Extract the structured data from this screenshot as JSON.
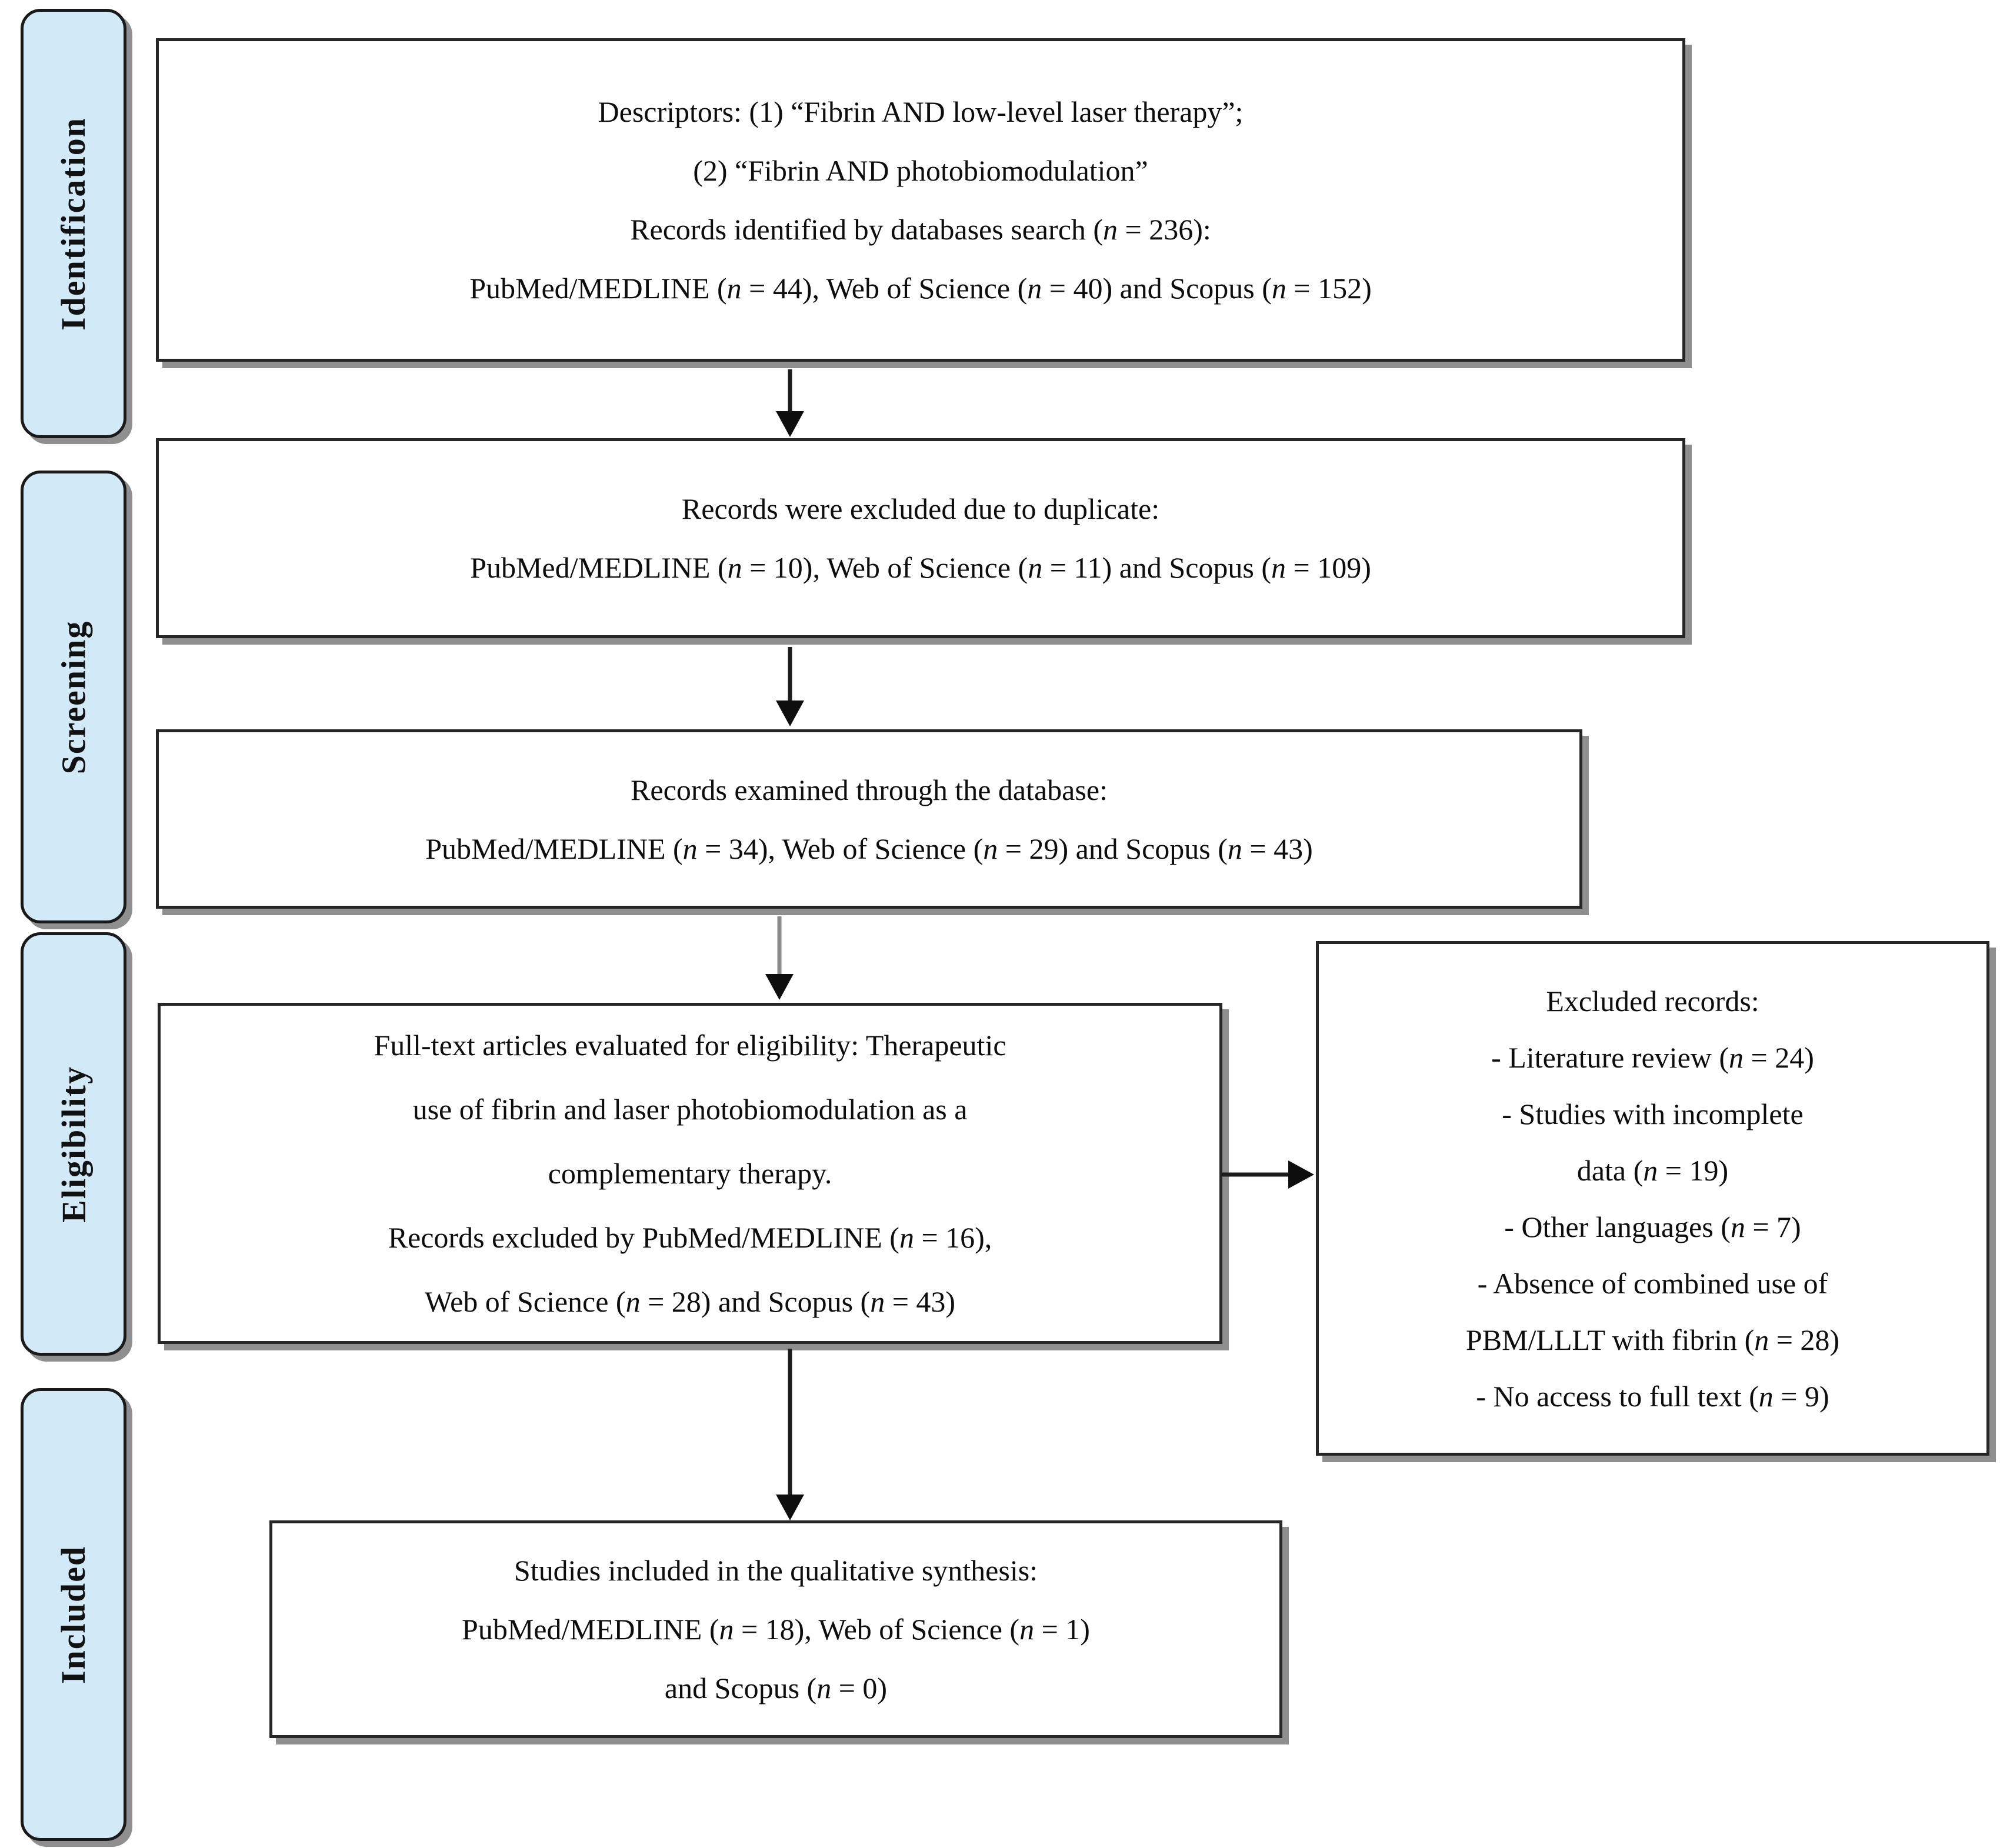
{
  "diagram_type": "prisma-flow-diagram",
  "colors": {
    "stage_fill": "#d2e9f8",
    "stage_border": "#1a1a1a",
    "box_border": "#262626",
    "shadow": "#8f8f8f",
    "arrow": "#1c1c1c",
    "arrow_gray_shaft": "#8a8a8a",
    "background": "#ffffff"
  },
  "sidebar": {
    "stages": [
      {
        "label": "Identification"
      },
      {
        "label": "Screening"
      },
      {
        "label": "Eligibility"
      },
      {
        "label": "Included"
      }
    ]
  },
  "boxes": {
    "identification": {
      "lines": [
        "Descriptors: (1) “Fibrin AND low-level laser therapy”;",
        "(2) “Fibrin AND photobiomodulation”",
        "Records identified by databases search (n = 236):",
        "PubMed/MEDLINE (n = 44), Web of Science (n = 40) and Scopus (n = 152)"
      ]
    },
    "duplicates": {
      "lines": [
        "Records were excluded due to duplicate:",
        "PubMed/MEDLINE (n = 10), Web of Science (n = 11) and Scopus (n = 109)"
      ]
    },
    "examined": {
      "lines": [
        "Records examined through the database:",
        "PubMed/MEDLINE (n = 34), Web of Science (n = 29) and Scopus (n = 43)"
      ]
    },
    "eligibility": {
      "lines": [
        "Full-text articles evaluated for eligibility: Therapeutic",
        "use of fibrin and laser photobiomodulation as a",
        "complementary therapy.",
        "Records excluded by PubMed/MEDLINE (n = 16),",
        "Web of Science (n = 28) and Scopus (n = 43)"
      ]
    },
    "excluded": {
      "lines": [
        "Excluded records:",
        "- Literature review (n = 24)",
        "- Studies with incomplete",
        "data (n = 19)",
        "- Other languages (n = 7)",
        "- Absence of combined use of",
        "PBM/LLLT with fibrin (n = 28)",
        "- No access to full text (n = 9)"
      ]
    },
    "included": {
      "lines": [
        "Studies included in the qualitative synthesis:",
        "PubMed/MEDLINE (n = 18), Web of Science (n = 1)",
        "and Scopus (n = 0)"
      ]
    }
  }
}
